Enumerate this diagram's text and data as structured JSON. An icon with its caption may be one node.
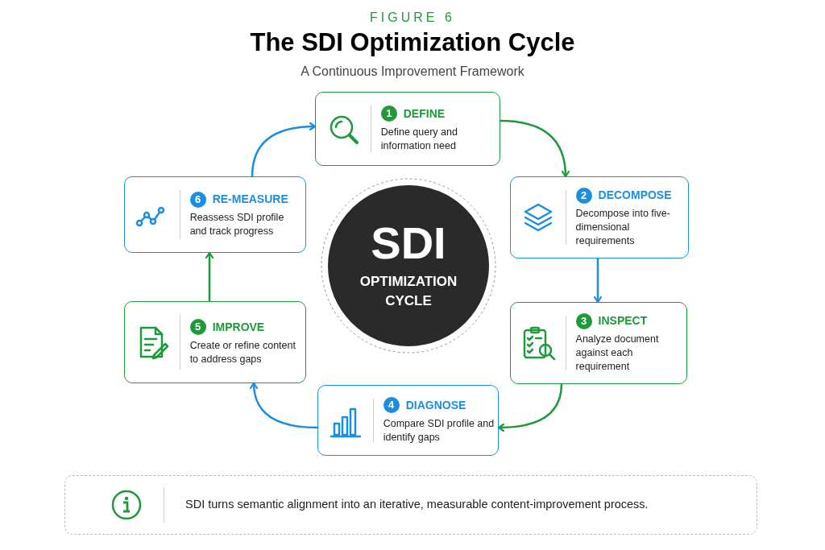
{
  "diagram": {
    "title": "The SDI Optimization Cycle",
    "nodes": [
      {
        "text": [
          "1",
          "DEFINE",
          "Define query and information need"
        ]
      },
      {
        "text": [
          "2",
          "DECOMPOSE",
          "Decompose into five-dimensional requirements"
        ]
      },
      {
        "text": [
          "3",
          "INSPECT",
          "Analyze document against each requirement"
        ]
      },
      {
        "text": [
          "4",
          "DIAGNOSE",
          "Compare SDI profile and identify gaps"
        ]
      },
      {
        "text": [
          "5",
          "IMPROVE",
          "Create or refine content to address gaps"
        ]
      },
      {
        "text": [
          "6",
          "RE-MEASURE",
          "Reassess SDI profile and track progress"
        ]
      },
      {
        "text": [
          "SDI",
          "OPTIMIZATION CYCLE"
        ]
      },
      {
        "text": [
          "SDI turns semantic alignment into an iterative, measurable content-improvement process."
        ]
      }
    ],
    "edges": [
      {
        "from": 0,
        "to": 1,
        "arrow": "to",
        "color": "#1e9a3a"
      },
      {
        "from": 1,
        "to": 2,
        "arrow": "to",
        "color": "#1a8ee0"
      },
      {
        "from": 2,
        "to": 3,
        "arrow": "to",
        "color": "#1e9a3a"
      },
      {
        "from": 3,
        "to": 4,
        "arrow": "to",
        "color": "#1a8ee0"
      },
      {
        "from": 4,
        "to": 5,
        "arrow": "to",
        "color": "#1e9a3a"
      },
      {
        "from": 5,
        "to": 0,
        "arrow": "to",
        "color": "#1a8ee0"
      }
    ],
    "labels": [
      "FIGURE 6",
      "A Continuous Improvement Framework"
    ]
  }
}
